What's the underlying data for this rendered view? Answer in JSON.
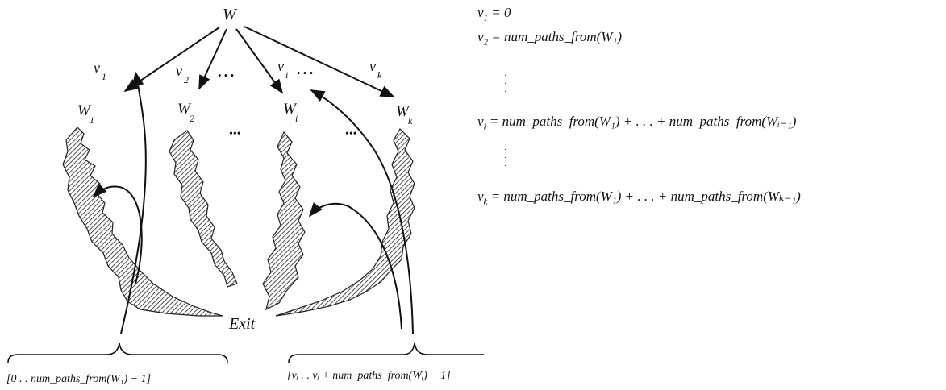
{
  "root_label": "W",
  "exit_label": "Exit",
  "ellipsis": "•••",
  "edge_ellipsis": "• • •",
  "edge_ellipsis_right": "• • •",
  "edges": [
    {
      "v": "v",
      "vsub": "1",
      "w": "W",
      "wsub": "1"
    },
    {
      "v": "v",
      "vsub": "2",
      "w": "W",
      "wsub": "2"
    },
    {
      "v": "v",
      "vsub": "i",
      "w": "W",
      "wsub": "i"
    },
    {
      "v": "v",
      "vsub": "k",
      "w": "W",
      "wsub": "k"
    }
  ],
  "ranges": {
    "left": "[0 . .  num_paths_from(W₁) − 1]",
    "right": "[vᵢ  . .  vᵢ + num_paths_from(Wᵢ) − 1]"
  },
  "equations": [
    {
      "lhs": "v",
      "lsub": "1",
      "rhs": "= 0"
    },
    {
      "lhs": "v",
      "lsub": "2",
      "rhs": "= num_paths_from(W₁)"
    },
    {
      "lhs": "v",
      "lsub": "i",
      "rhs": "= num_paths_from(W₁) +  . . .  + num_paths_from(Wᵢ₋₁)"
    },
    {
      "lhs": "v",
      "lsub": "k",
      "rhs": "= num_paths_from(W₁) +  . . .  + num_paths_from(Wₖ₋₁)"
    }
  ]
}
